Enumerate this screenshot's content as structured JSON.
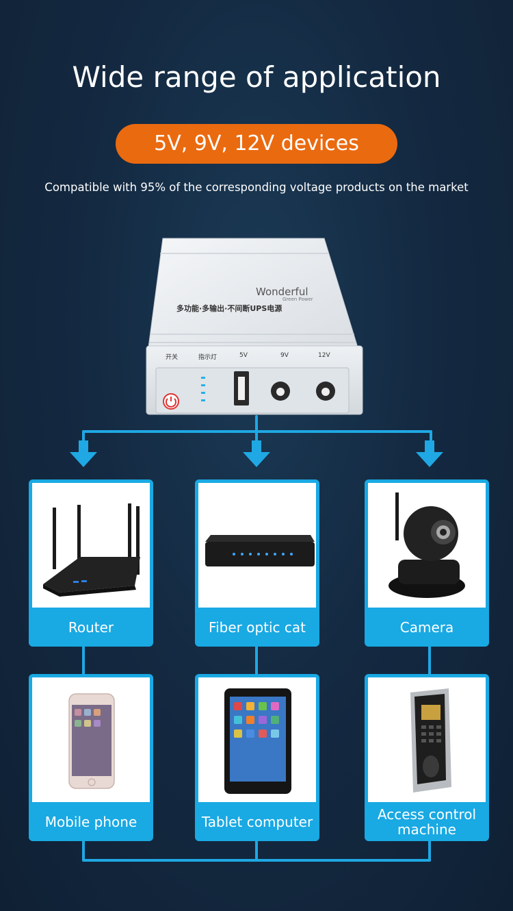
{
  "header": {
    "title": "Wide range of application",
    "badge": "5V, 9V, 12V devices",
    "subtitle": "Compatible with 95% of the corresponding voltage products on the market"
  },
  "device": {
    "brand": "Wonderful",
    "brand_sub": "Green Power",
    "model_line": "多功能·多输出·不间断UPS电源",
    "port_labels": [
      "开关",
      "指示灯",
      "5V",
      "9V",
      "12V"
    ]
  },
  "cards": [
    {
      "label": "Router",
      "icon": "router-icon"
    },
    {
      "label": "Fiber optic cat",
      "icon": "fiber-optic-cat-icon"
    },
    {
      "label": "Camera",
      "icon": "camera-icon"
    },
    {
      "label": "Mobile phone",
      "icon": "mobile-phone-icon"
    },
    {
      "label": "Tablet computer",
      "icon": "tablet-computer-icon"
    },
    {
      "label": "Access control\nmachine",
      "icon": "access-control-machine-icon"
    }
  ],
  "colors": {
    "background": "#13263b",
    "accent_orange": "#ea6a10",
    "accent_blue": "#19a9e3"
  }
}
